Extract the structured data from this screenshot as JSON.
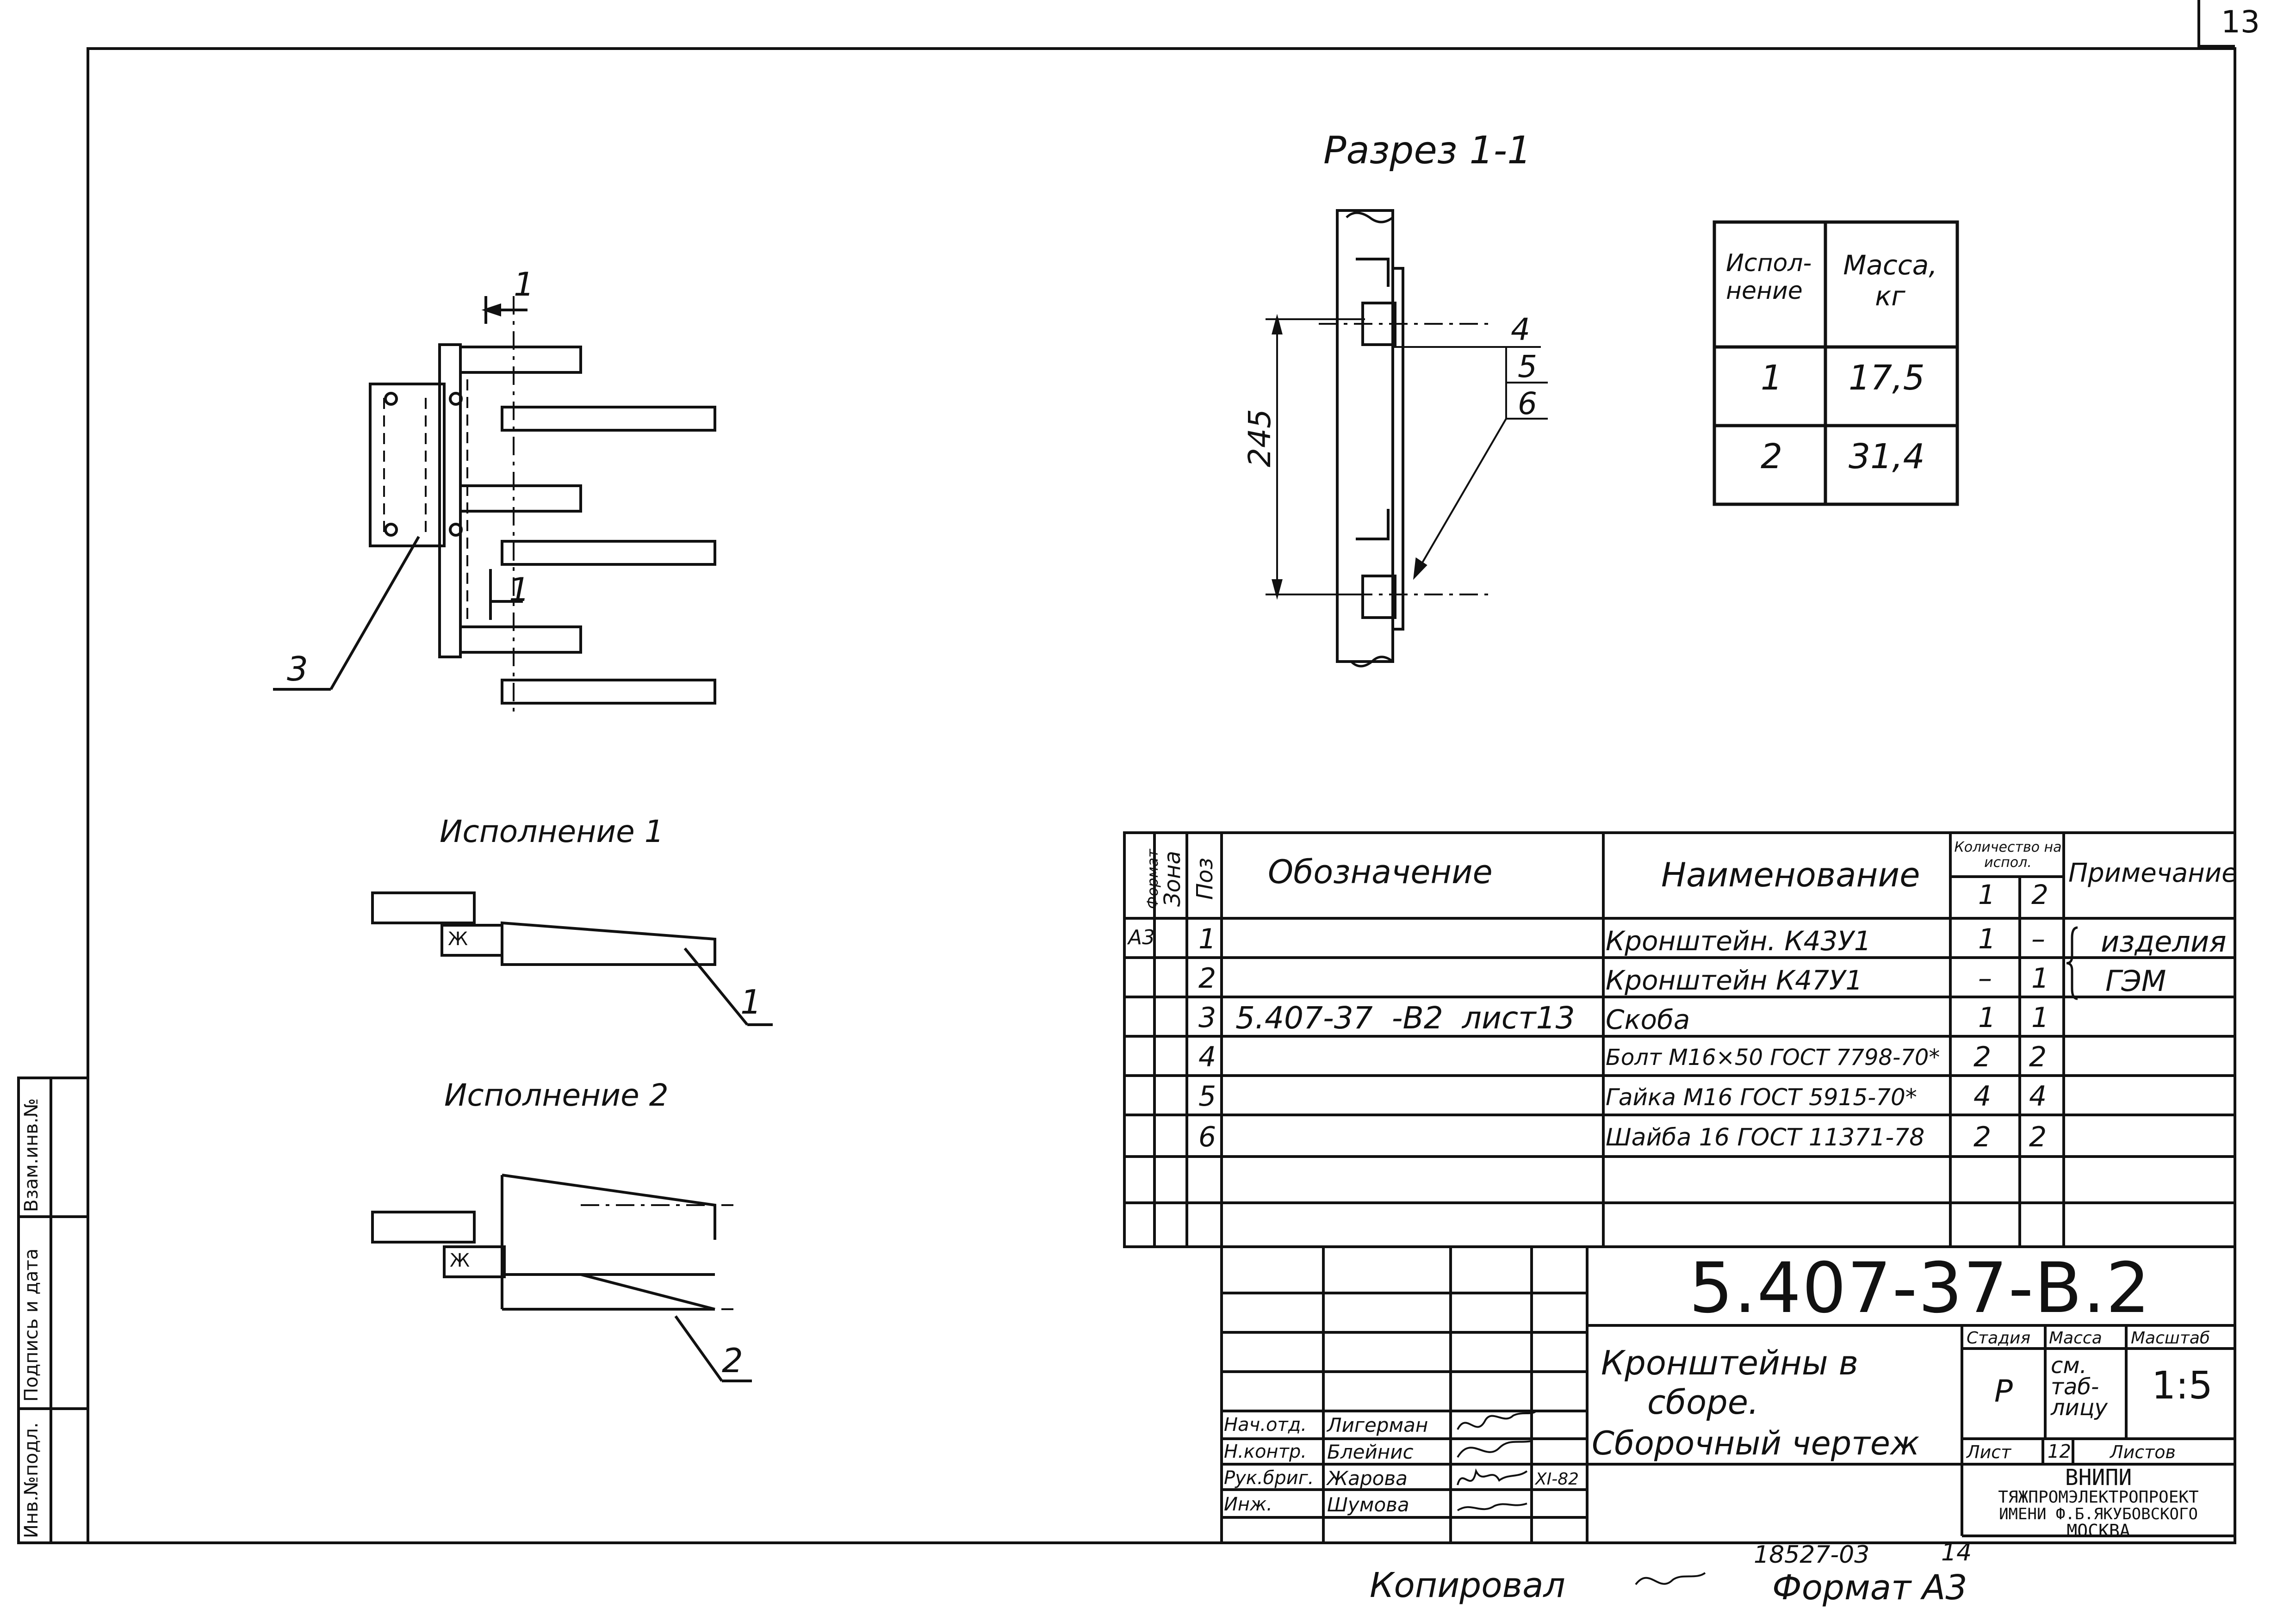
{
  "sheet": {
    "number": "13",
    "copied_by_label": "Копировал",
    "format_label": "Формат А3",
    "copy_number": "18527-03",
    "copy_sheet": "14"
  },
  "section": {
    "title": "Разрез 1-1",
    "dimension": "245",
    "callouts": [
      "4",
      "5",
      "6"
    ]
  },
  "plan_view": {
    "section_mark": "1",
    "section_mark_2": "1",
    "callout": "3"
  },
  "variant1": {
    "title": "Исполнение 1",
    "callout": "1",
    "weld_mark": "Ж"
  },
  "variant2": {
    "title": "Исполнение 2",
    "callout": "2",
    "weld_mark": "Ж"
  },
  "mass_table": {
    "headers": [
      "Испол-нение",
      "Масса, кг"
    ],
    "rows": [
      [
        "1",
        "17,5"
      ],
      [
        "2",
        "31,4"
      ]
    ]
  },
  "spec_table": {
    "headers": {
      "format": "Формат",
      "zone": "Зона",
      "pos": "Поз",
      "designation": "Обозначение",
      "name": "Наименование",
      "qty": "Количество на испол.",
      "qty1": "1",
      "qty2": "2",
      "note": "Примечание"
    },
    "rows": [
      {
        "format": "А3",
        "pos": "1",
        "designation": "",
        "name": "Кронштейн. К43У1",
        "q1": "1",
        "q2": "–",
        "note": "изделия"
      },
      {
        "format": "",
        "pos": "2",
        "designation": "",
        "name": "Кронштейн К47У1",
        "q1": "–",
        "q2": "1",
        "note": "ГЭМ"
      },
      {
        "format": "",
        "pos": "3",
        "designation": "5.407-37 -В2 лист13",
        "name": "Скоба",
        "q1": "1",
        "q2": "1",
        "note": ""
      },
      {
        "format": "",
        "pos": "4",
        "designation": "",
        "name": "Болт М16×50 ГОСТ 7798-70*",
        "q1": "2",
        "q2": "2",
        "note": ""
      },
      {
        "format": "",
        "pos": "5",
        "designation": "",
        "name": "Гайка М16 ГОСТ 5915-70*",
        "q1": "4",
        "q2": "4",
        "note": ""
      },
      {
        "format": "",
        "pos": "6",
        "designation": "",
        "name": "Шайба 16 ГОСТ 11371-78",
        "q1": "2",
        "q2": "2",
        "note": ""
      }
    ]
  },
  "title_block": {
    "code": "5.407-37-В.2",
    "title_lines": [
      "Кронштейны в",
      "сборе.",
      "Сборочный чертеж"
    ],
    "stage_label": "Стадия",
    "mass_label": "Масса",
    "scale_label": "Масштаб",
    "stage": "Р",
    "mass": "см. таб- лицу",
    "scale": "1:5",
    "sheet_label": "Лист",
    "sheet_value": "12",
    "sheets_label": "Листов",
    "org_lines": [
      "ВНИПИ",
      "ТЯЖПРОМЭЛЕКТРОПРОЕКТ",
      "ИМЕНИ Ф.Б.ЯКУБОВСКОГО",
      "МОСКВА"
    ],
    "people": [
      {
        "role": "Нач.отд.",
        "name": "Лигерман"
      },
      {
        "role": "Н.контр.",
        "name": "Блейнис"
      },
      {
        "role": "Рук.бриг.",
        "name": "Жарова"
      },
      {
        "role": "Инж.",
        "name": "Шумова"
      }
    ],
    "date": "XI-82"
  },
  "side_stamp": {
    "labels": [
      "Инв.№подл.",
      "Подпись и дата",
      "Взам.инв.№"
    ]
  }
}
